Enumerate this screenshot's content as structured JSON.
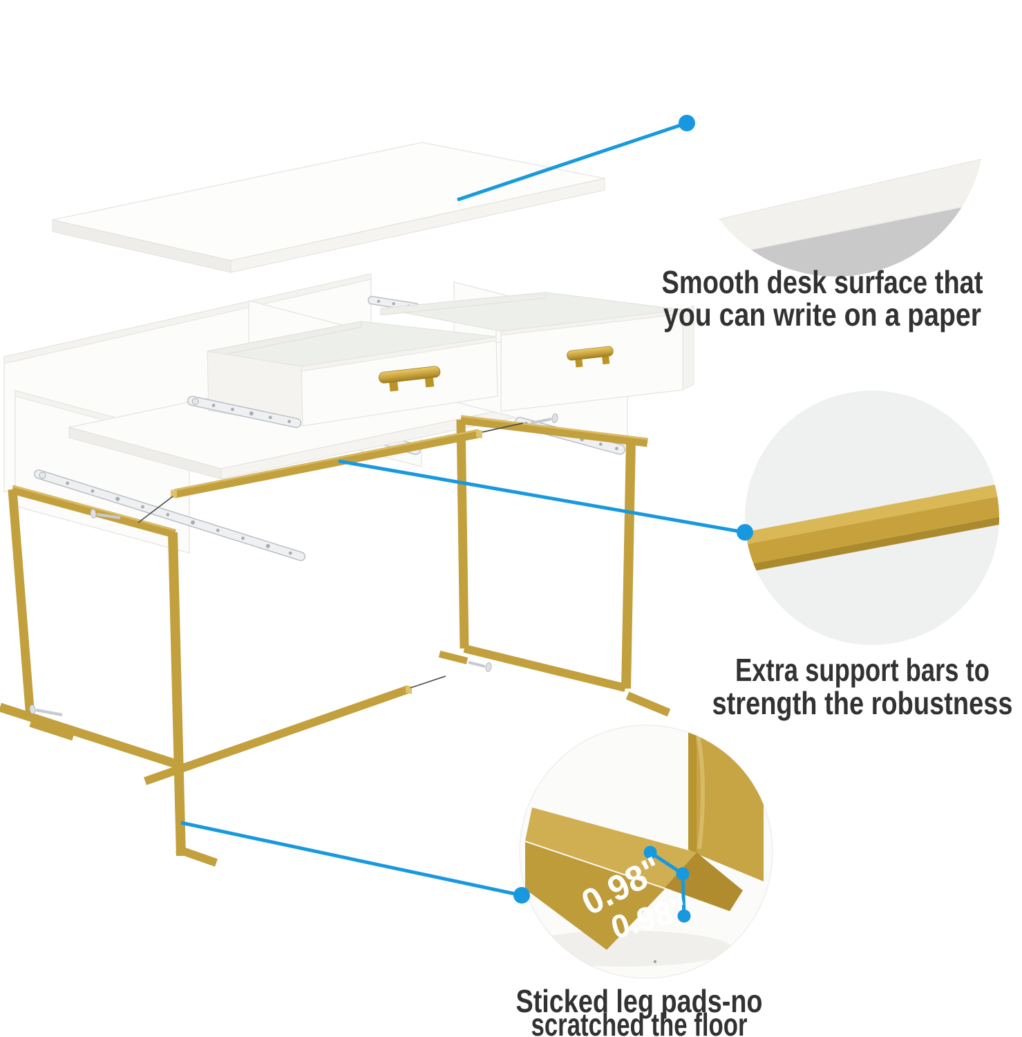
{
  "callouts": {
    "desk_surface": {
      "line1": "Smooth desk surface that",
      "line2": "you can write on a paper"
    },
    "support_bars": {
      "line1": "Extra support bars to",
      "line2": "strength the robustness"
    },
    "leg_pads": {
      "line1": "Sticked leg pads-no",
      "line2": "scratched the floor"
    }
  },
  "measurements": {
    "leg_pad_width": "0.98\"",
    "leg_pad_height": "0.98\""
  },
  "colors": {
    "accent_blue": "#1899DF",
    "frame_gold": "#C3A03E",
    "gold_highlight": "#DCBD66",
    "gold_dark": "#AB8A2D",
    "annotation_text": "#323232",
    "measurement_text": "#FFFFFF",
    "metal_silver": "#D9DCE0",
    "shadow_gray": "#C9C9C9",
    "panel_white": "#FCFCFB"
  }
}
